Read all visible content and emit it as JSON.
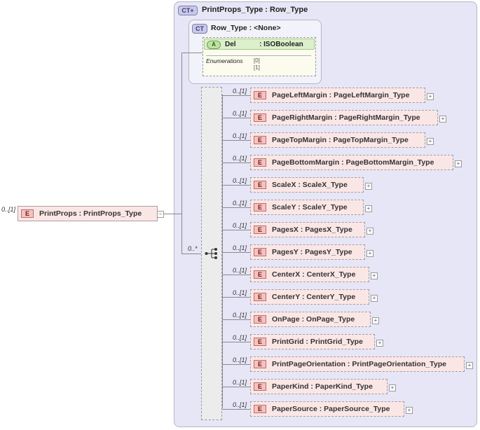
{
  "outer_type": {
    "badge": "CT",
    "name": "PrintProps_Type",
    "base": "Row_Type"
  },
  "inner_type": {
    "badge": "CT",
    "name": "Row_Type",
    "base": "<None>"
  },
  "attribute": {
    "badge": "A",
    "name": "Del",
    "type": "ISOBoolean",
    "enumerations_label": "Enumerations",
    "enumerations": [
      "[0]",
      "[1]"
    ]
  },
  "root": {
    "badge": "E",
    "name": "PrintProps",
    "type": "PrintProps_Type",
    "cardinality": "0..[1]",
    "collapse": "−"
  },
  "sequence": {
    "cardinality": "0..*"
  },
  "elements": [
    {
      "badge": "E",
      "name": "PageLeftMargin",
      "type": "PageLeftMargin_Type",
      "cardinality": "0..[1]",
      "expand": "+"
    },
    {
      "badge": "E",
      "name": "PageRightMargin",
      "type": "PageRightMargin_Type",
      "cardinality": "0..[1]",
      "expand": "+"
    },
    {
      "badge": "E",
      "name": "PageTopMargin",
      "type": "PageTopMargin_Type",
      "cardinality": "0..[1]",
      "expand": "+"
    },
    {
      "badge": "E",
      "name": "PageBottomMargin",
      "type": "PageBottomMargin_Type",
      "cardinality": "0..[1]",
      "expand": "+"
    },
    {
      "badge": "E",
      "name": "ScaleX",
      "type": "ScaleX_Type",
      "cardinality": "0..[1]",
      "expand": "+"
    },
    {
      "badge": "E",
      "name": "ScaleY",
      "type": "ScaleY_Type",
      "cardinality": "0..[1]",
      "expand": "+"
    },
    {
      "badge": "E",
      "name": "PagesX",
      "type": "PagesX_Type",
      "cardinality": "0..[1]",
      "expand": "+"
    },
    {
      "badge": "E",
      "name": "PagesY",
      "type": "PagesY_Type",
      "cardinality": "0..[1]",
      "expand": "+"
    },
    {
      "badge": "E",
      "name": "CenterX",
      "type": "CenterX_Type",
      "cardinality": "0..[1]",
      "expand": "+"
    },
    {
      "badge": "E",
      "name": "CenterY",
      "type": "CenterY_Type",
      "cardinality": "0..[1]",
      "expand": "+"
    },
    {
      "badge": "E",
      "name": "OnPage",
      "type": "OnPage_Type",
      "cardinality": "0..[1]",
      "expand": "+"
    },
    {
      "badge": "E",
      "name": "PrintGrid",
      "type": "PrintGrid_Type",
      "cardinality": "0..[1]",
      "expand": "+"
    },
    {
      "badge": "E",
      "name": "PrintPageOrientation",
      "type": "PrintPageOrientation_Type",
      "cardinality": "0..[1]",
      "expand": "+"
    },
    {
      "badge": "E",
      "name": "PaperKind",
      "type": "PaperKind_Type",
      "cardinality": "0..[1]",
      "expand": "+"
    },
    {
      "badge": "E",
      "name": "PaperSource",
      "type": "PaperSource_Type",
      "cardinality": "0..[1]",
      "expand": "+"
    }
  ]
}
